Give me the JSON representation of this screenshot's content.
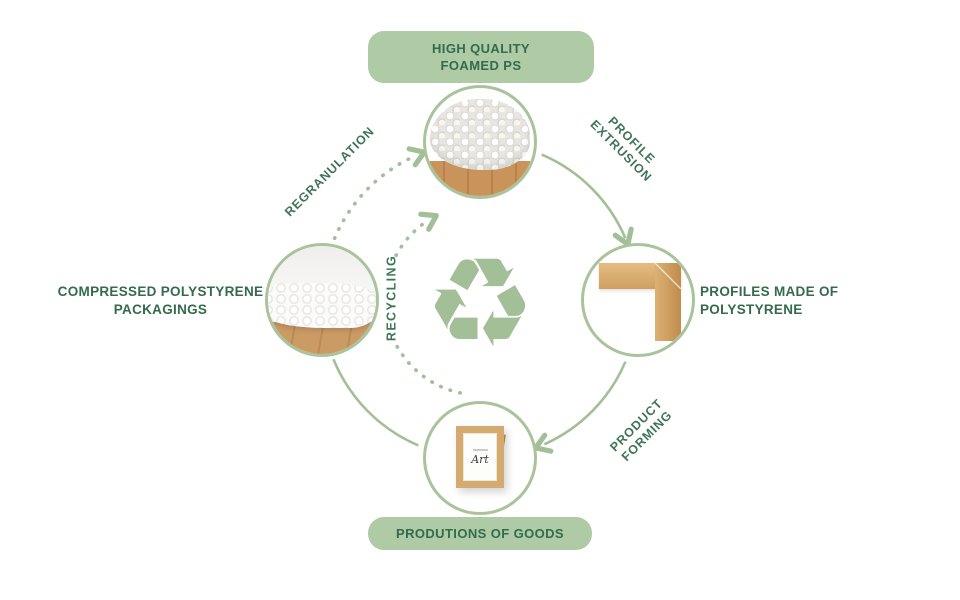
{
  "center": {
    "recycle_symbol": "♻"
  },
  "labels": {
    "top": {
      "line1": "HIGH QUALITY",
      "line2": "FOAMED PS"
    },
    "right": {
      "line1": "PROFILES MADE OF",
      "line2": "POLYSTYRENE"
    },
    "bottom": {
      "line1": "PRODUTIONS OF GOODS"
    },
    "left": {
      "line1": "COMPRESSED POLYSTYRENE",
      "line2": "PACKAGINGS"
    }
  },
  "arrows": {
    "regranulation": "REGRANULATION",
    "profile_extrusion": {
      "line1": "PROFILE",
      "line2": "EXTRUSION"
    },
    "product_forming": {
      "line1": "PRODUCT",
      "line2": "FORMING"
    },
    "recycling": "RECYCLING"
  },
  "photos": {
    "bottom_frame_text": "Art"
  },
  "colors": {
    "sage": "#a3bf97",
    "node_border": "#a9c39c",
    "pill_bg": "#aecba5",
    "text_green": "#346a4e",
    "wood": "#cfa164"
  }
}
